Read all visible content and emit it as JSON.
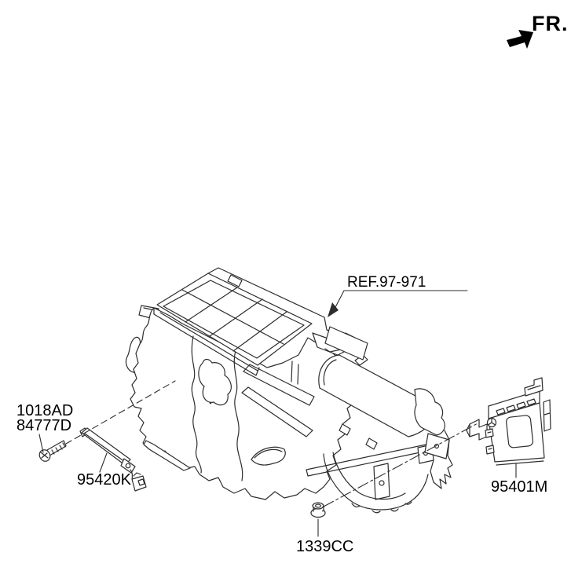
{
  "diagram": {
    "kind": "automotive-parts-line-drawing",
    "subject": "HVAC heater unit assembly",
    "direction_indicator": {
      "label": "FR."
    },
    "reference_callout": {
      "label": "REF.97-971"
    },
    "callouts": {
      "screw_upper": "1018AD",
      "screw_lower": "84777D",
      "bracket": "95420K",
      "nut": "1339CC",
      "module": "95401M"
    },
    "icons": {
      "direction": "fr-direction-arrow-icon",
      "fastener_left": "screw-icon",
      "fastener_bottom": "flange-nut-icon",
      "part_left": "sensor-bracket-illustration",
      "part_right": "control-module-illustration",
      "main": "hvac-unit-illustration"
    },
    "colors": {
      "line": "#2d2d2d",
      "background": "#ffffff",
      "text": "#000000"
    }
  }
}
